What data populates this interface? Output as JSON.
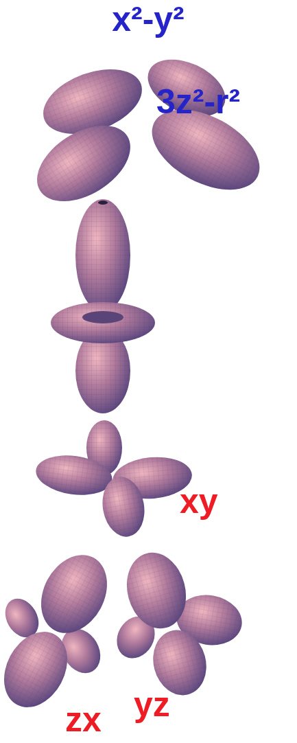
{
  "diagram": {
    "labels": [
      "x²-y²",
      "3z²-r²",
      "xy",
      "zx",
      "yz"
    ]
  }
}
